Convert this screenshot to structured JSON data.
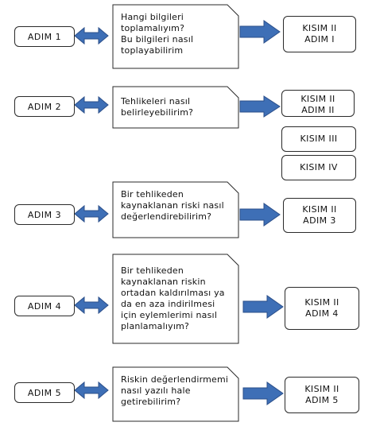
{
  "colors": {
    "arrow_fill": "#3e6fb6",
    "arrow_stroke": "#2b4f8a",
    "box_border": "#2a2a2a"
  },
  "rows": [
    {
      "step": "ADIM 1",
      "question": "Hangi bilgileri\ntoplamalıyım?\nBu bilgileri nasıl\ntoplayabilirim",
      "parts": [
        "KISIM II\nADIM I"
      ]
    },
    {
      "step": "ADIM 2",
      "question": "Tehlikeleri nasıl\nbelirleyebilirim?",
      "parts": [
        "KISIM II\nADIM II",
        "KISIM III",
        "KISIM IV"
      ]
    },
    {
      "step": "ADIM 3",
      "question": "Bir tehlikeden\nkaynaklanan riski nasıl\ndeğerlendirebilirim?",
      "parts": [
        "KISIM II\nADIM 3"
      ]
    },
    {
      "step": "ADIM 4",
      "question": "Bir tehlikeden\nkaynaklanan riskin\nortadan kaldırılması ya\nda en aza indirilmesi\niçin eylemlerimi nasıl\nplanlamalıyım?",
      "parts": [
        "KISIM II\nADIM 4"
      ]
    },
    {
      "step": "ADIM 5",
      "question": "Riskin değerlendirmemi\nnasıl yazılı hale\ngetirebilirim?",
      "parts": [
        "KISIM II\nADIM 5"
      ]
    }
  ]
}
